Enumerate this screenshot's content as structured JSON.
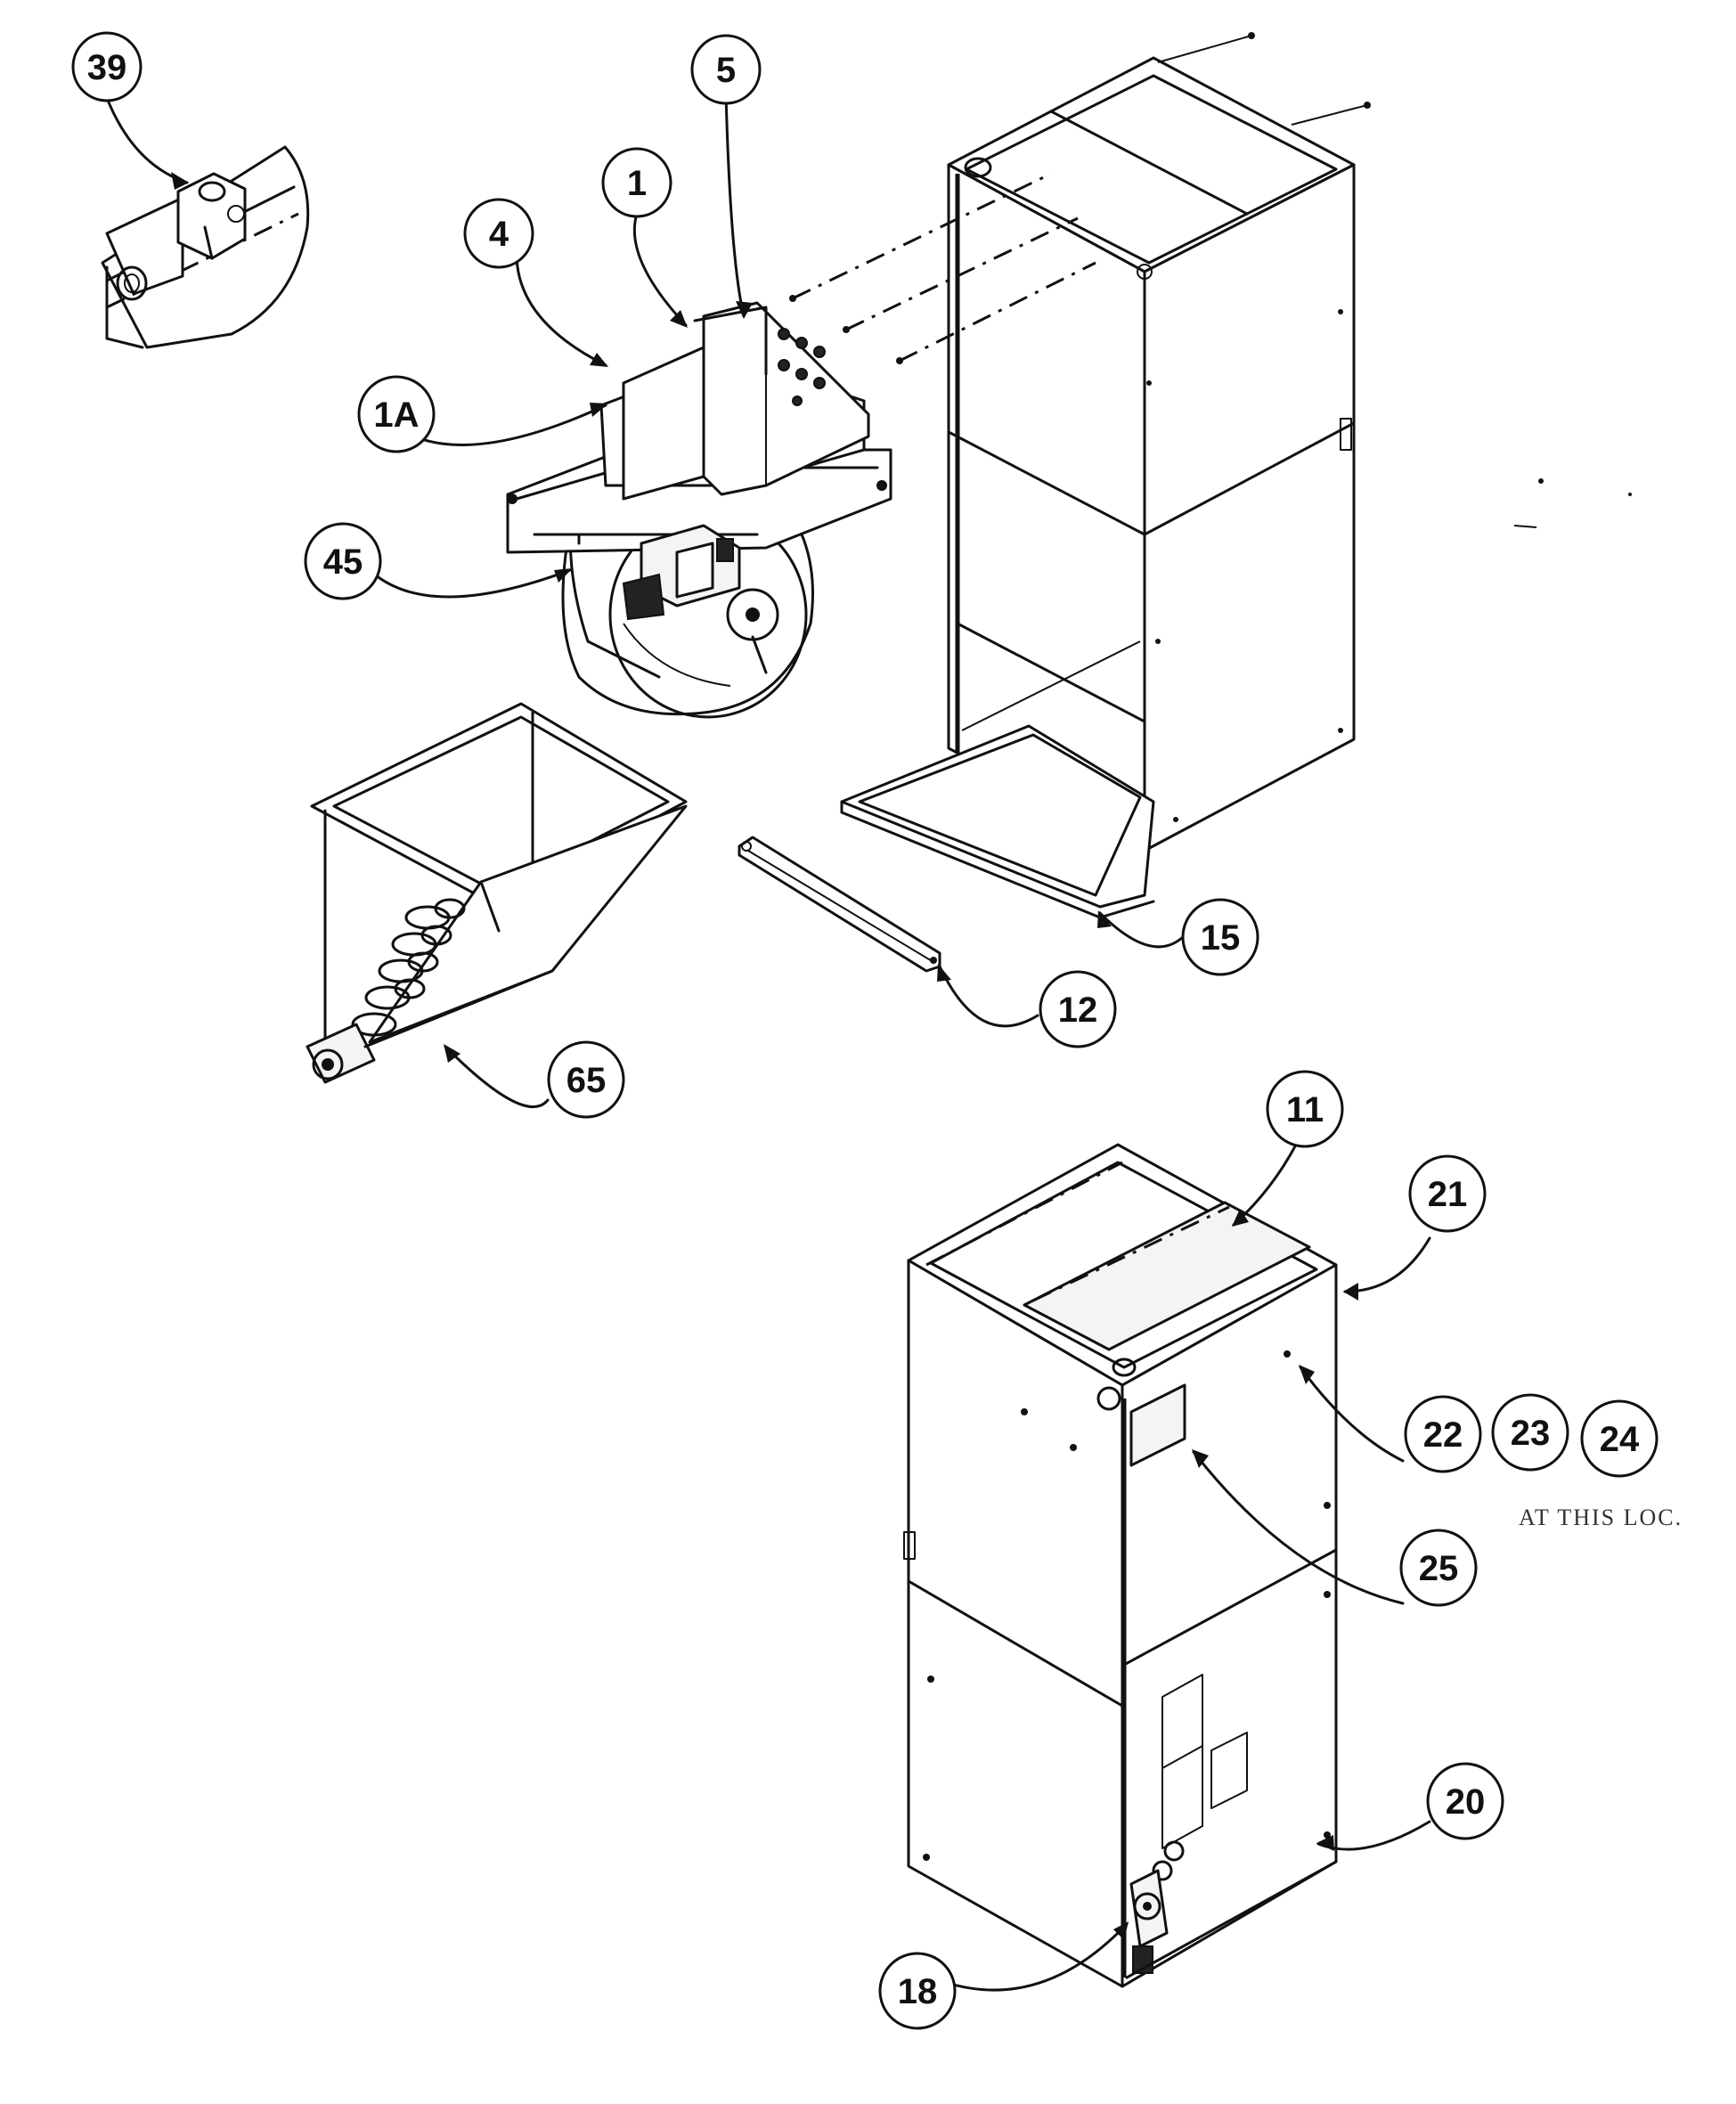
{
  "diagram": {
    "callouts": [
      {
        "id": "39",
        "label": "39"
      },
      {
        "id": "5",
        "label": "5"
      },
      {
        "id": "1",
        "label": "1"
      },
      {
        "id": "4",
        "label": "4"
      },
      {
        "id": "1A",
        "label": "1A"
      },
      {
        "id": "45",
        "label": "45"
      },
      {
        "id": "15",
        "label": "15"
      },
      {
        "id": "12",
        "label": "12"
      },
      {
        "id": "65",
        "label": "65"
      },
      {
        "id": "11",
        "label": "11"
      },
      {
        "id": "21",
        "label": "21"
      },
      {
        "id": "22",
        "label": "22"
      },
      {
        "id": "23",
        "label": "23"
      },
      {
        "id": "24",
        "label": "24"
      },
      {
        "id": "25",
        "label": "25"
      },
      {
        "id": "20",
        "label": "20"
      },
      {
        "id": "18",
        "label": "18"
      }
    ],
    "location_note": "AT THIS LOC."
  }
}
